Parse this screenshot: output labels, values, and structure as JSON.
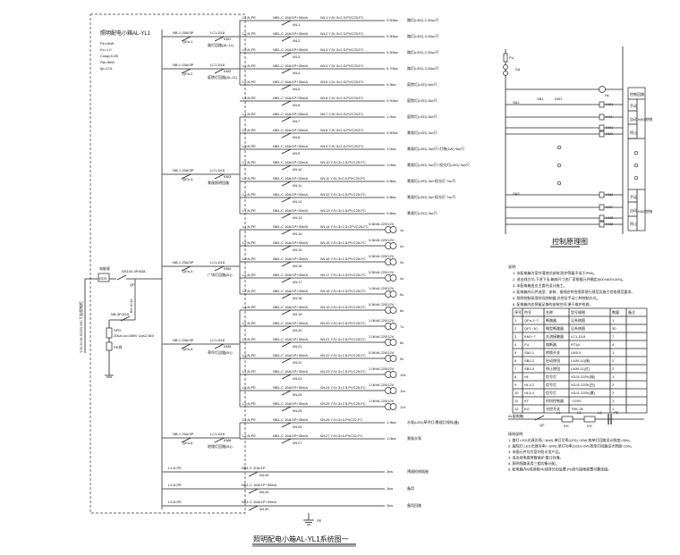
{
  "title": "照明配电小箱AL-YL1系统图一",
  "control_title": "控制原理图",
  "box_label": "照明配电小箱AL-YL1",
  "box_params": [
    "Pe=9kW",
    "Kx=1.0",
    "Cosφ=0.85",
    "Pjs=9kW",
    "Ijs=17A"
  ],
  "incoming": {
    "vertical_label": "YJV-5×16-SC50-WC 引自配电柜",
    "meter_label": "电能表",
    "meter_box": "DDS",
    "main_breaker": "NS100-4P/63A",
    "main_tag": "QF",
    "spd_breaker": "NB-3P/32A",
    "spd_tag": "SPD",
    "spd_label": "20kA Uc=385V Up≤2.5kV",
    "pe_label": "PE线",
    "feeder_label": "BV-4×10"
  },
  "groups": [
    {
      "breaker": "NB-1 25A/3P",
      "tag": "QFa-1",
      "contactor": "LC1-D18",
      "ctag": "KM1",
      "desc": "路灯回路(AL-1L)"
    },
    {
      "breaker": "NB-1 25A/3P",
      "tag": "QFa-2",
      "contactor": "LC1-D18",
      "ctag": "KM2",
      "desc": "庭院灯回路(AL-2L)"
    },
    {
      "breaker": "NB-1 25A/3P",
      "tag": "QFa-3",
      "contactor": "LC1-D18",
      "ctag": "KM3",
      "desc": "景观照明回路"
    },
    {
      "breaker": "NB-1 25A/3P",
      "tag": "QFa-4",
      "contactor": "LC1-D18",
      "ctag": "KM4",
      "desc": "广场灯回路(B1)"
    },
    {
      "breaker": "NB-1 25A/3P",
      "tag": "QFa-5",
      "contactor": "LC1-D18",
      "ctag": "KM5",
      "desc": "草坪灯回路(B1)"
    },
    {
      "breaker": "NB-1 25A/3P",
      "tag": "QFa-6",
      "contactor": "LC1-D18",
      "ctag": "KM6",
      "desc": "地埋灯回路(B1)"
    },
    {
      "breaker": "NB-1 25A/3P",
      "tag": "QFa-7",
      "contactor": "LC1-D18",
      "ctag": "KM7",
      "desc": "泛光灯回路(B1)"
    }
  ],
  "circuits": [
    {
      "phase": "L1,N,PE",
      "breaker": "NB1-C 16A/1P+30mA",
      "tag": "WL1",
      "cable": "WL1 YJV-3×2.5-PVC25-FC",
      "load": "0.50kw",
      "desc": "路灯(LED) 2-30w/只"
    },
    {
      "phase": "L2,N,PE",
      "breaker": "NB1-C 16A/1P+30mA",
      "tag": "WL2",
      "cable": "WL2 YJV-3×2.5-PVC25-FC",
      "load": "0.90kw",
      "desc": "路灯(LED) 3-45w/只"
    },
    {
      "phase": "L3,N,PE",
      "breaker": "NB1-C 16A/1P+30mA",
      "tag": "WL3",
      "cable": "WL3 YJV-3×2.5-PVC25-FC",
      "load": "0.50kw",
      "desc": "路灯(LED) 2-30w/只"
    },
    {
      "phase": "L1,N,PE",
      "breaker": "NB1-C 16A/1P+30mA",
      "tag": "WL4",
      "cable": "WL4 YJV-3×2.5-PVC25-FC",
      "load": "0.70kw",
      "desc": "路灯(LED) 3-45w/只"
    },
    {
      "phase": "L2,N,PE",
      "breaker": "NB1-C 16A/1P+30mA",
      "tag": "WL5",
      "cable": "WL5 YJV-3×2.5-PVC25-FC",
      "load": "0.9kw",
      "desc": "庭院灯(LED) 6w/只"
    },
    {
      "phase": "L3,N,PE",
      "breaker": "NB1-C 16A/1P+30mA",
      "tag": "WL6",
      "cable": "WL6 YJV-3×2.5-PVC25-FC",
      "load": "0.90kw",
      "desc": "庭院灯(LED) 6w/只"
    },
    {
      "phase": "L1,N,PE",
      "breaker": "NB1-C 16A/1P+30mA",
      "tag": "WL7",
      "cable": "WL7 YJV-3×2.5-PVC25-FC",
      "load": "1.0kw",
      "desc": "庭院灯(LED) 6w/只"
    },
    {
      "phase": "L2,N,PE",
      "breaker": "NB1-C 16A/1P+30mA",
      "tag": "WL8",
      "cable": "WL8 YJV-3×2.5-PVC25-FC",
      "load": "0.80kw",
      "desc": "景观灯(LED) 4w/只"
    },
    {
      "phase": "L3,N,PE",
      "breaker": "NB1-C 16A/1P+30mA",
      "tag": "WL9",
      "cable": "WL9 YJV-3×2.5-PVC25-FC",
      "load": "1.0kw",
      "desc": "景观灯(LED) 3w/只+灯带(1W) 9w/只"
    },
    {
      "phase": "L1,N,PE",
      "breaker": "NB1-C 16A/1P+30mA",
      "tag": "WL10",
      "cable": "WL10 YJV-3×2.5-PVC25-FC",
      "load": "1.0kw",
      "desc": "景观灯(LED) 3w/只+投光灯(LED) 9w/只"
    },
    {
      "phase": "L2,N,PE",
      "breaker": "NB1-C 16A/1P+30mA",
      "tag": "WL11",
      "cable": "WL11 YJV-3×2.5-PVC25-FC",
      "load": "0.8kw",
      "desc": "景观灯(LED) 3w+投光灯 7w/只"
    },
    {
      "phase": "L3,N,PE",
      "breaker": "NB1-C 16A/1P+30mA",
      "tag": "WL12",
      "cable": "WL12 YJV-3×2.5-PVC25-FC",
      "load": "0.8kw",
      "desc": "景观灯(LED) 3w+投光灯 7w/只"
    },
    {
      "phase": "L1,N,PE",
      "breaker": "NB1-C 16A/1P+30mA",
      "tag": "WL13",
      "cable": "WL13 YJV-3×2.5-PVC25-FC",
      "load": "0.8kw",
      "desc": "景观灯(LED) 3w/只"
    },
    {
      "phase": "L1,N,PE",
      "breaker": "NB1-C 16A/1P+30mA",
      "tag": "WL14",
      "cable": "WL14 YJV-3×2.5-CPVC25-FC",
      "load": "0.5kVA 220/12V",
      "desc": "1x"
    },
    {
      "phase": "L2,N,PE",
      "breaker": "NB1-C 16A/1P+30mA",
      "tag": "WL15",
      "cable": "WL15 YJV-3×2.5-PVC25-FC",
      "load": "0.5kVA 220/12V",
      "desc": "2x"
    },
    {
      "phase": "L3,N,PE",
      "breaker": "NB1-C 16A/1P+30mA",
      "tag": "WL16",
      "cable": "WL16 YJV-3×2.5-PVC25-FC",
      "load": "0.5kVA 220/12V",
      "desc": "3x"
    },
    {
      "phase": "L1,N,PE",
      "breaker": "NB1-C 16A/1P+30mA",
      "tag": "WL17",
      "cable": "WL17 YJV-3×2.5-PVC25-FC",
      "load": "0.5kVA 220/12V",
      "desc": "4x"
    },
    {
      "phase": "L2,N,PE",
      "breaker": "NB1-C 16A/1P+30mA",
      "tag": "WL18",
      "cable": "WL18 YJV-3×2.5-PVC25-FC",
      "load": "1.0kVA 220/12V",
      "desc": "5x"
    },
    {
      "phase": "L3,N,PE",
      "breaker": "NB1-C 16A/1P+30mA",
      "tag": "WL19",
      "cable": "WL19 YJV-3×2.5-PVC25-FC",
      "load": "0.5kVA 220/12V",
      "desc": "6x"
    },
    {
      "phase": "L1,N,PE",
      "breaker": "NB1-C 16A/1P+30mA",
      "tag": "WL20",
      "cable": "WL20 YJV-3×2.5-PVC25-FC",
      "load": "1.0kVA 220/12V",
      "desc": "7x"
    },
    {
      "phase": "L2,N,PE",
      "breaker": "NB1-C 16A/1P+30mA",
      "tag": "WL21",
      "cable": "WL21 YJV-3×2.5-PVC25-FC",
      "load": "2.0kVA 220/12V",
      "desc": "8x"
    },
    {
      "phase": "L3,N,PE",
      "breaker": "NB1-C 16A/1P+30mA",
      "tag": "WL22",
      "cable": "WL22 YJV-3×2.5-PVC25-FC",
      "load": "0.5kVA 220/12V",
      "desc": "9x"
    },
    {
      "phase": "L1,N,PE",
      "breaker": "NB1-C 16A/1P+30mA",
      "tag": "WL23",
      "cable": "WL23 YJV-3×2.5-PVC25-FC",
      "load": "1.0kVA 220/12V",
      "desc": "10x"
    },
    {
      "phase": "L2,N,PE",
      "breaker": "NB1-C 16A/1P+30mA",
      "tag": "WL24",
      "cable": "WL24 YJV-3×2.5-PVC25-FC",
      "load": "1.0kVA 220/12V",
      "desc": "11x"
    },
    {
      "phase": "L3,N,PE",
      "breaker": "NB1-C 16A/1P+30mA",
      "tag": "WL25",
      "cable": "WL25 YJV-3×2.5-PVC25-FC",
      "load": "1.0kVA 220/12V",
      "desc": "12x"
    },
    {
      "phase": "L1,N,PE",
      "breaker": "NB1-C 16A/1P+30mA",
      "tag": "WL26",
      "cable": "WL26 YJV-3×4-PVC32-FC",
      "load": "1.0kw",
      "desc": "水泵(LED)草坪灯/景观灯线阵(备)"
    },
    {
      "phase": "L2,N,PE",
      "breaker": "NB1-C 16A/1P+30mA",
      "tag": "WL27",
      "cable": "WL27 YJV-3×4-PVC32-FC",
      "load": "1.0kw",
      "desc": "景观水泵"
    }
  ],
  "spares": [
    {
      "phase": "L1,N,PE",
      "breaker": "NB1-C 20A/1P",
      "tag": "WL28",
      "load": "2kw",
      "desc": "预留检修插座"
    },
    {
      "phase": "L2,N,PE",
      "breaker": "NB1-C 16A/1P+30mA",
      "tag": "WL29",
      "load": "1kw",
      "desc": "备用"
    },
    {
      "phase": "L3,N,PE",
      "breaker": "NB1-C 16A/1P+30mA",
      "tag": "WL30",
      "load": "1kw",
      "desc": "备用回路"
    }
  ],
  "ground_label": "PE",
  "control_panel": {
    "left_labels": [
      "FU",
      "SA",
      "HL",
      "SA1",
      "SA2",
      "SB1",
      "KM1"
    ],
    "relay_labels": [
      "KM1",
      "KA1",
      "KM1",
      "KM1",
      "KM2",
      "KA2",
      "KM2",
      "KM2"
    ],
    "side_table": {
      "header": "控制回路",
      "rows_a": [
        "手动",
        "自动",
        "停止"
      ],
      "group_a": "KM1控制",
      "rows_b": [
        "手动",
        "自动",
        "停止"
      ],
      "group_b": "KM2控制"
    }
  },
  "notes": {
    "title": "说明:",
    "items": [
      "1. 本配电箱为室外落地式安装,防护等级不低于IP65。",
      "2. 进出线方式:下进下出;箱体尺寸由厂家根据元件确定(600×800×300)。",
      "3. 本配电箱由业主委托设计施工。",
      "4. 配电箱内元件选型、安装、接线应符合国家现行规范及施工验收规范要求。",
      "5. 照明控制采用时间控制器,光控及手动三种控制方式。",
      "6. 配电箱内应预留足够的安装空间,便于维护检修。"
    ]
  },
  "table": {
    "headers": [
      "序号",
      "符号",
      "名称",
      "型号规格",
      "数量",
      "备注"
    ],
    "rows": [
      [
        "1",
        "QFa-1~7",
        "断路器",
        "见系统图",
        "1",
        ""
      ],
      [
        "2",
        "QF1~30",
        "微型断路器",
        "见系统图",
        "30",
        ""
      ],
      [
        "3",
        "KM1~7",
        "交流接触器",
        "LC1-D18",
        "7",
        ""
      ],
      [
        "4",
        "FU",
        "熔断器",
        "RT18",
        "4",
        ""
      ],
      [
        "5",
        "SA0-1",
        "转换开关",
        "LW5-5",
        "1",
        ""
      ],
      [
        "6",
        "SB1-2",
        "启动按钮",
        "LA39-11(绿)",
        "2",
        ""
      ],
      [
        "7",
        "SB3-4",
        "停止按钮",
        "LA39-11(红)",
        "2",
        ""
      ],
      [
        "8",
        "HL",
        "信号灯",
        "XDJ1-220V(绿)",
        "1",
        ""
      ],
      [
        "9",
        "HL1-2",
        "信号灯",
        "XDJ1-220V(白)",
        "2",
        ""
      ],
      [
        "10",
        "HL3-4",
        "信号灯",
        "XDJ1-220V(黄)",
        "2",
        ""
      ],
      [
        "11",
        "KT",
        "时间控制器",
        "~220V",
        "1",
        ""
      ],
      [
        "12",
        "KG",
        "光控开关",
        "TRK-26",
        "1",
        ""
      ]
    ]
  },
  "wiring": {
    "source_label": "AL配电箱",
    "labels": [
      "QF",
      "KH",
      "L1",
      "L2",
      "L3",
      "PE"
    ],
    "notes_title": "接线说明:",
    "notes": [
      "1. 路灯:LED光源功率(~1kW),单灯功率(LED)~30W,按单灯回路设计照度=30lx。",
      "2. 庭院灯:LED光源功率(~1kW),单灯功率(LED)~6W,按单灯回路设计照度=15lx。",
      "3. 本图元件均为室外防水型产品。",
      "4. 进出线电缆穿管保护,管口封堵。",
      "5. 照明线路采用三相均衡分配。",
      "6. 配电箱内N线排和PE线排分别设置,PE线与接地装置可靠连接。"
    ]
  }
}
